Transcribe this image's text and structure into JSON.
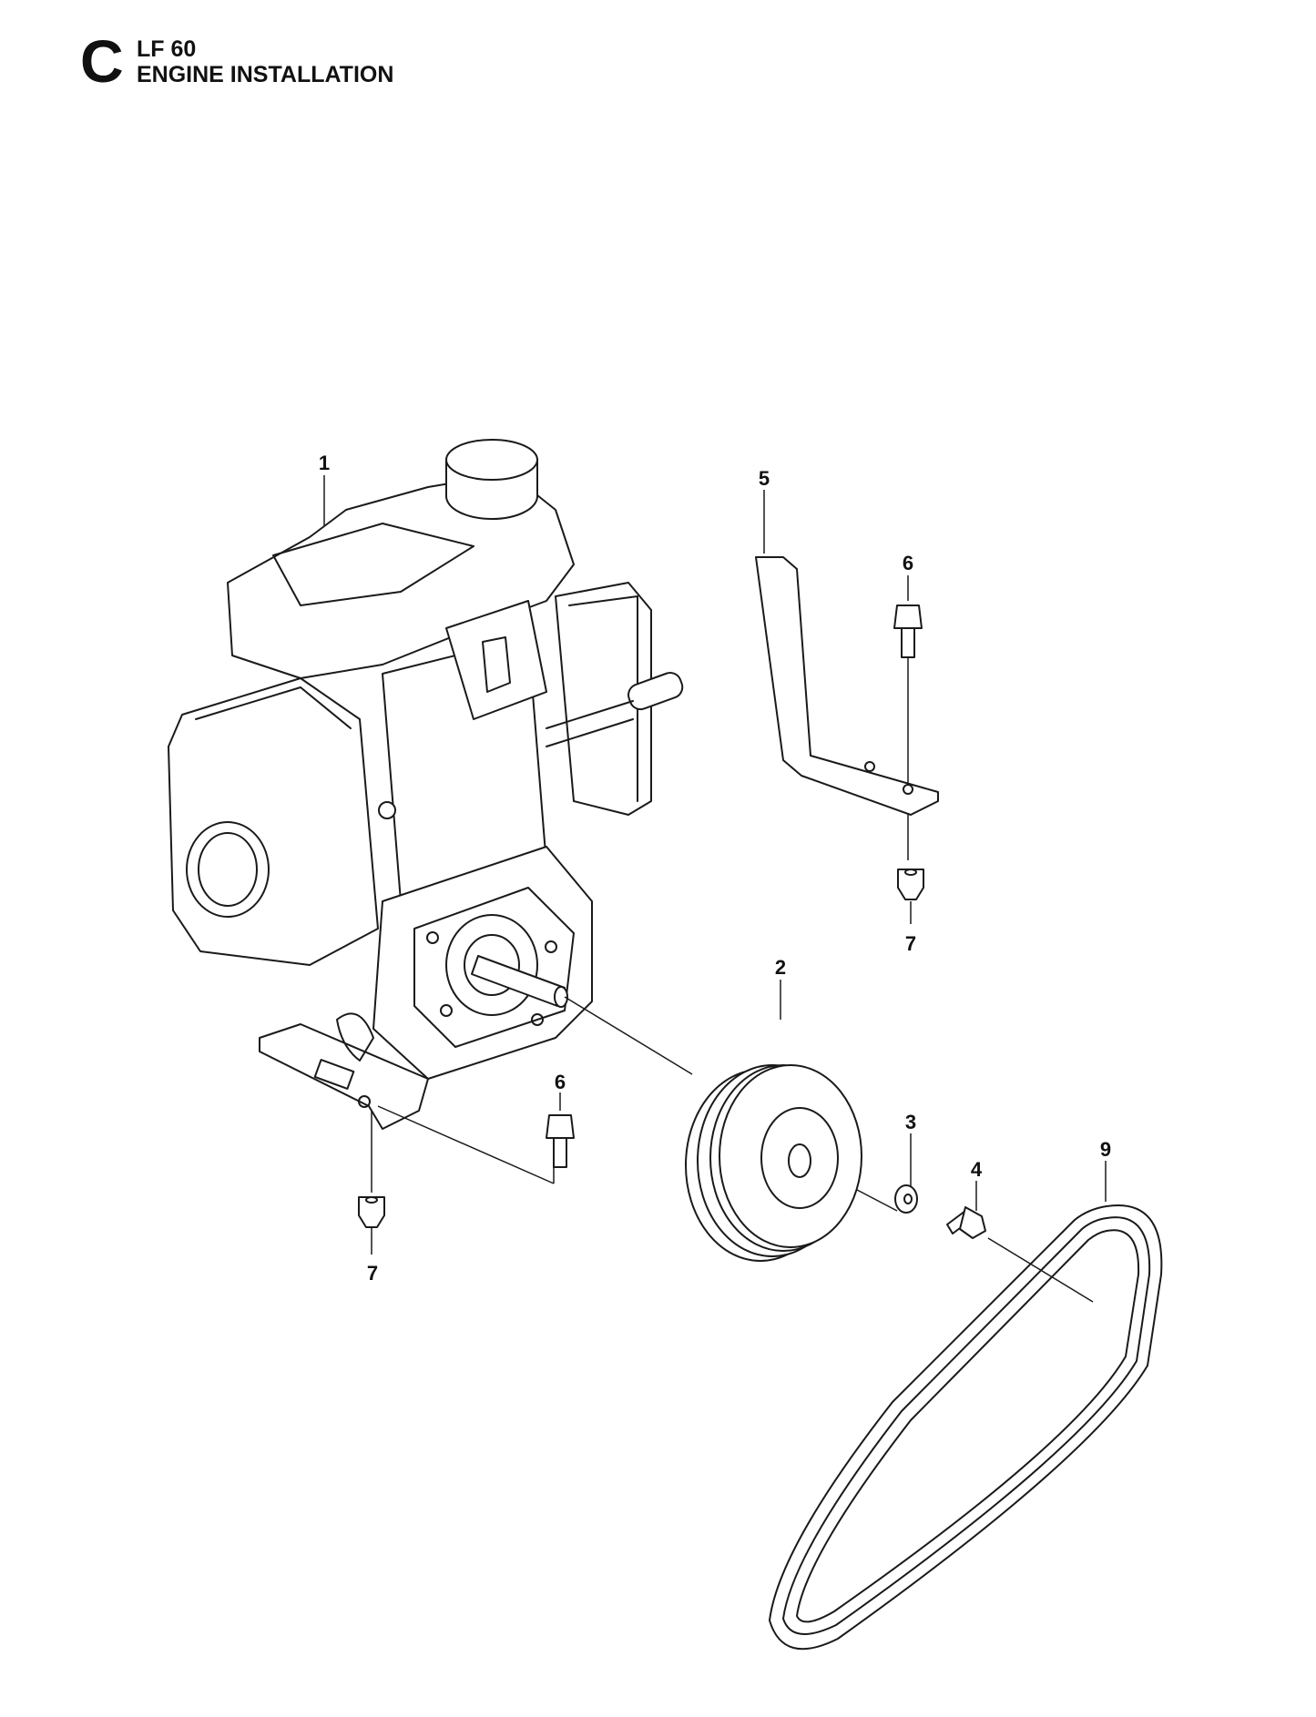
{
  "header": {
    "section_letter": "C",
    "model": "LF 60",
    "title": "ENGINE INSTALLATION"
  },
  "callouts": [
    {
      "part": "1",
      "name": "engine"
    },
    {
      "part": "5",
      "name": "bracket"
    },
    {
      "part": "6",
      "name": "bolt-upper"
    },
    {
      "part": "7",
      "name": "nut-upper"
    },
    {
      "part": "2",
      "name": "pulley"
    },
    {
      "part": "6",
      "name": "bolt-lower"
    },
    {
      "part": "3",
      "name": "washer"
    },
    {
      "part": "4",
      "name": "pulley-bolt"
    },
    {
      "part": "9",
      "name": "v-belt"
    },
    {
      "part": "7",
      "name": "nut-lower"
    }
  ]
}
